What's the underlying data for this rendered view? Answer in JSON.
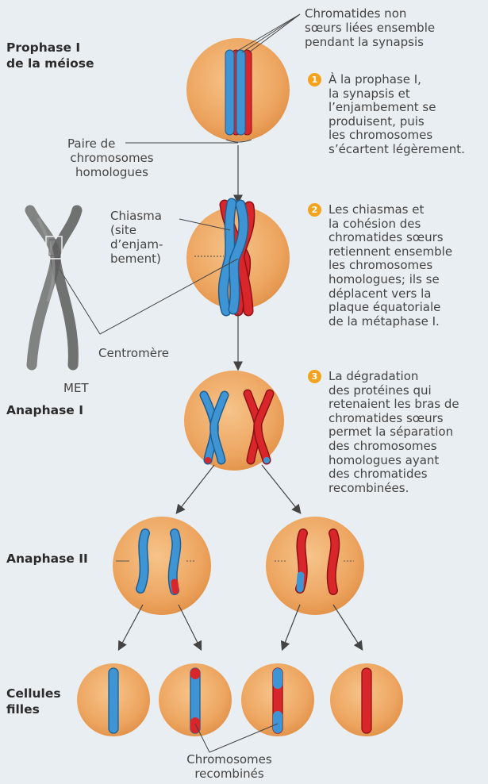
{
  "stages": {
    "prophase_line1": "Prophase I",
    "prophase_line2": "de la méiose",
    "anaphase1": "Anaphase I",
    "anaphase2": "Anaphase II",
    "daughters_line1": "Cellules",
    "daughters_line2": "filles"
  },
  "labels": {
    "non_sister": [
      "Chromatides non",
      "sœurs liées ensemble",
      "pendant la synapsis"
    ],
    "homolog_pair": [
      "Paire de",
      "chromosomes",
      "homologues"
    ],
    "chiasma": [
      "Chiasma",
      "(site",
      "d’enjam-",
      "bement)"
    ],
    "centromere": "Centromère",
    "met": "MET",
    "recombined": [
      "Chromosomes",
      "recombinés"
    ]
  },
  "steps": [
    {
      "number": "1",
      "lines": [
        "À la prophase I,",
        "la synapsis et",
        "l’enjambement se",
        "produisent, puis",
        "les chromosomes",
        "s’écartent légèrement."
      ]
    },
    {
      "number": "2",
      "lines": [
        "Les chiasmas et",
        "la cohésion des",
        "chromatides sœurs",
        "retiennent ensemble",
        "les chromosomes",
        "homologues; ils se",
        "déplacent vers la",
        "plaque équatoriale",
        "de la métaphase I."
      ]
    },
    {
      "number": "3",
      "lines": [
        "La dégradation",
        "des protéines qui",
        "retenaient les bras de",
        "chromatides sœurs",
        "permet la séparation",
        "des chromosomes",
        "homologues ayant",
        "des chromatides",
        "recombinées."
      ]
    }
  ],
  "colors": {
    "cell": "#eea862",
    "maternal_blue": "#3f95d4",
    "paternal_red": "#d9262b",
    "badge": "#f3a31d"
  }
}
